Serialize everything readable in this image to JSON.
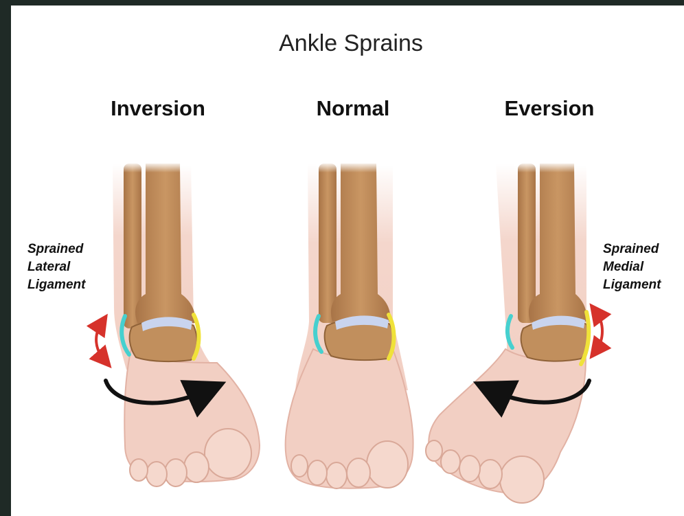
{
  "title": "Ankle Sprains",
  "panels": {
    "inversion": {
      "heading": "Inversion"
    },
    "normal": {
      "heading": "Normal"
    },
    "eversion": {
      "heading": "Eversion"
    }
  },
  "labels": {
    "lateral": [
      "Sprained",
      "Lateral",
      "Ligament"
    ],
    "medial": [
      "Sprained",
      "Medial",
      "Ligament"
    ]
  },
  "colors": {
    "skin": "#f2cfc3",
    "bone": "#b98656",
    "lateral_ligament": "#46d0cf",
    "medial_ligament": "#f0e23a",
    "strain_arrow": "#d6322b",
    "rotation_arrow": "#111111"
  }
}
